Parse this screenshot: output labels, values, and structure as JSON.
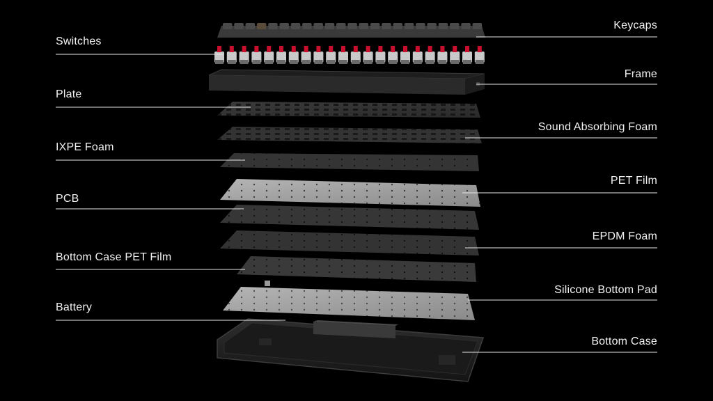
{
  "diagram": {
    "labels_left": [
      "Switches",
      "Plate",
      "IXPE Foam",
      "PCB",
      "Bottom Case PET Film",
      "Battery"
    ],
    "labels_right": [
      "Keycaps",
      "Frame",
      "Sound Absorbing Foam",
      "PET Film",
      "EPDM Foam",
      "Silicone Bottom Pad",
      "Bottom Case"
    ],
    "colors": {
      "background": "#000000",
      "text": "#f2f2f2",
      "leader_line": "#e6e6e6",
      "switch_stem": "#c8102e",
      "keycap": "#3a3a3a"
    }
  }
}
